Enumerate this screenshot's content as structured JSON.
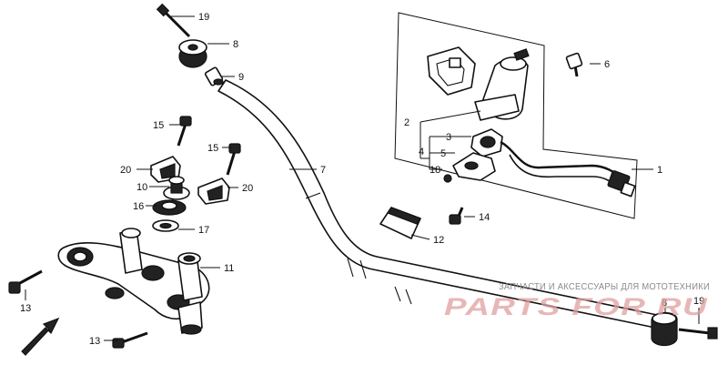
{
  "callouts": {
    "c1": "1",
    "c2": "2",
    "c3": "3",
    "c4": "4",
    "c5": "5",
    "c6": "6",
    "c7": "7",
    "c8a": "8",
    "c8b": "8",
    "c9": "9",
    "c10": "10",
    "c11": "11",
    "c12": "12",
    "c13a": "13",
    "c13b": "13",
    "c14": "14",
    "c15a": "15",
    "c15b": "15",
    "c16": "16",
    "c17": "17",
    "c18": "18",
    "c19a": "19",
    "c19b": "19",
    "c20a": "20",
    "c20b": "20"
  },
  "fwd_label": "FWD",
  "watermark": {
    "caption": "ЗАПЧАСТИ И АКСЕССУАРЫ ДЛЯ МОТОТЕХНИКИ",
    "logo": "PARTS FOR RU"
  }
}
